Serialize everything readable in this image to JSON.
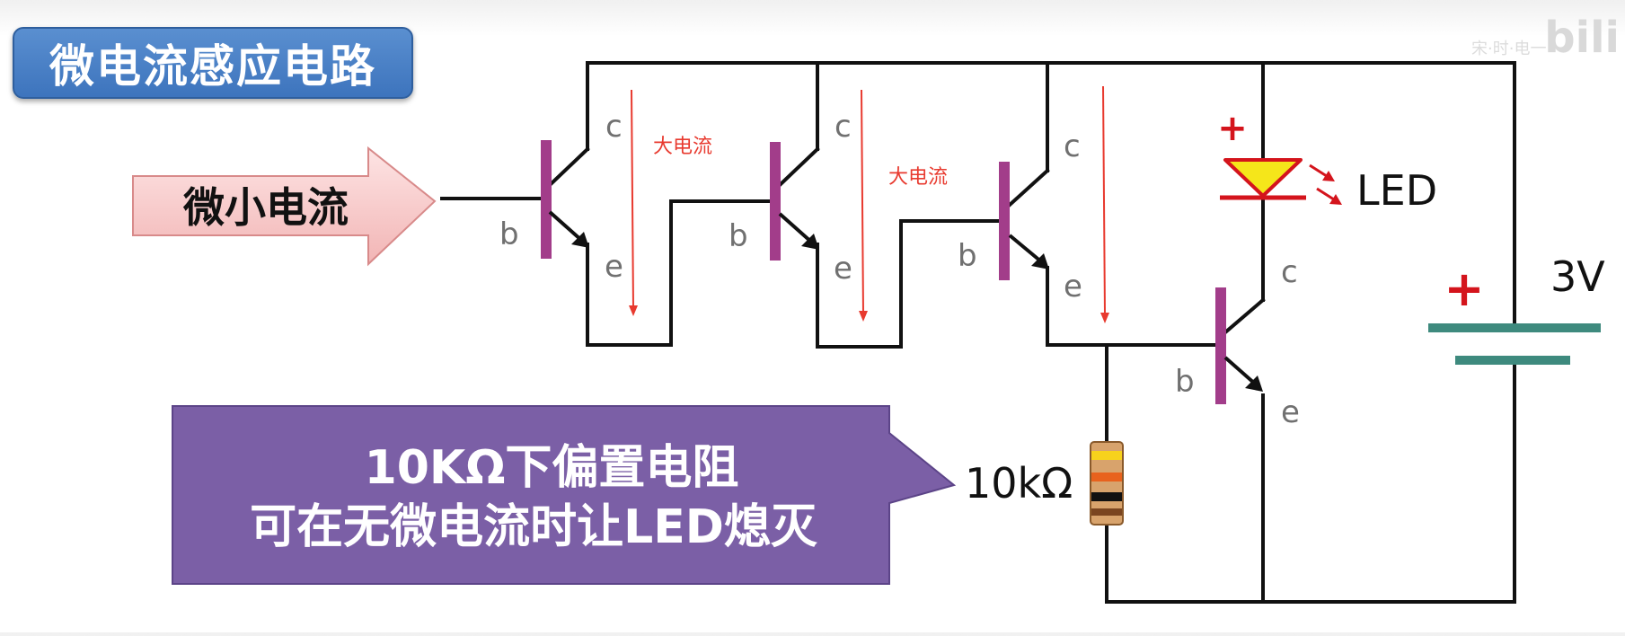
{
  "title": "微电流感应电路",
  "watermark": "bili",
  "watermark_sub": "宋·时·电一",
  "input_arrow": {
    "label": "微小电流"
  },
  "transistors": [
    {
      "c": "c",
      "b": "b",
      "e": "e",
      "current_label": "大电流"
    },
    {
      "c": "c",
      "b": "b",
      "e": "e",
      "current_label": "大电流"
    },
    {
      "c": "c",
      "b": "b",
      "e": "e"
    },
    {
      "c": "c",
      "b": "b",
      "e": "e"
    }
  ],
  "led": {
    "label": "LED",
    "polarity": "+"
  },
  "battery": {
    "label": "3V",
    "polarity": "+"
  },
  "resistor": {
    "label": "10kΩ"
  },
  "callout": {
    "line1": "10KΩ下偏置电阻",
    "line2": "可在无微电流时让LED熄灭"
  },
  "colors": {
    "wire": "#111111",
    "transistor_base": "#a23d8a",
    "current_arrow": "#e83a2f",
    "led_fill": "#f5e61a",
    "led_outline": "#d4141c",
    "battery_plates": "#3e8a7e",
    "callout_fill": "#7b5fa6",
    "title_fill": "#4a82c6",
    "input_arrow_fill": "#f6c6c6"
  }
}
